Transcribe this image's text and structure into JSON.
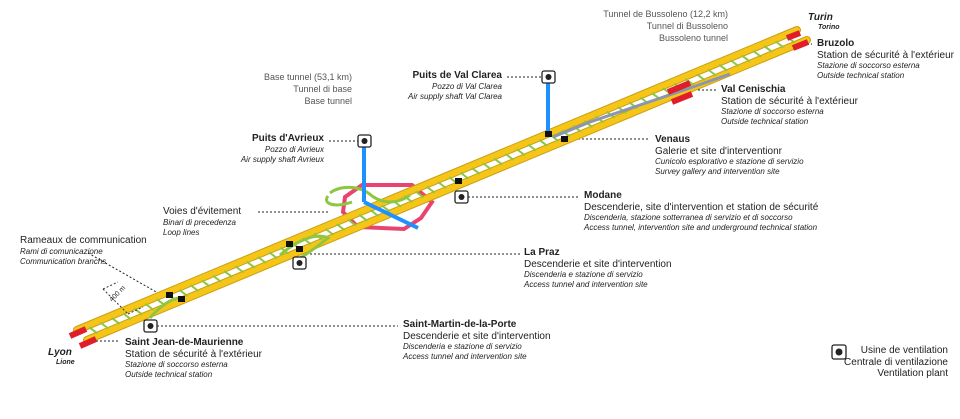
{
  "colors": {
    "tube": "#f5c518",
    "tube_edge": "#caa012",
    "cross": "#8ec63f",
    "security_station": "#e01e2a",
    "shaft": "#1e90ff",
    "cavern": "#e8446e",
    "survey": "#8a96b0"
  },
  "endpoints": {
    "lyon": {
      "name": "Lyon",
      "alt": "Lione"
    },
    "turin": {
      "name": "Turin",
      "alt": "Torino"
    }
  },
  "bussoleno": {
    "fr": "Tunnel de Bussoleno (12,2 km)",
    "it": "Tunnel di Bussoleno",
    "en": "Bussoleno tunnel"
  },
  "base_tunnel": {
    "fr": "Base tunnel (53,1 km)",
    "it": "Tunnel di base",
    "en": "Base tunnel"
  },
  "rameaux": {
    "fr": "Rameaux de communication",
    "it": "Rami di comunicazione",
    "en": "Communication branchs"
  },
  "voies": {
    "fr": "Voies d'évitement",
    "it": "Binari di precedenza",
    "en": "Loop lines"
  },
  "spacing_label": "400 m",
  "sites": {
    "avrieux": {
      "title": "Puits d'Avrieux",
      "it": "Pozzo di Avrieux",
      "en": "Air supply shaft Avrieux"
    },
    "clarea": {
      "title": "Puits de Val Clarea",
      "it": "Pozzo di Val Clarea",
      "en": "Air supply shaft Val Clarea"
    },
    "bruzolo": {
      "title": "Bruzolo",
      "fr": "Station de sécurité à l'extérieur",
      "it": "Stazione di soccorso esterna",
      "en": "Outside technical station"
    },
    "cenischia": {
      "title": "Val Cenischia",
      "fr": "Station de sécurité à l'extérieur",
      "it": "Stazione di soccorso esterna",
      "en": "Outside technical station"
    },
    "venaus": {
      "title": "Venaus",
      "fr": "Galerie et site d'interventionr",
      "it": "Cunicolo esplorativo e stazione di servizio",
      "en": "Survey gallery and intervention site"
    },
    "modane": {
      "title": "Modane",
      "fr": "Descenderie, site d'intervention et station de sécurité",
      "it": "Discenderia, stazione sotterranea di servizio et di soccorso",
      "en": "Access tunnel, intervention site and underground technical station"
    },
    "praz": {
      "title": "La Praz",
      "fr": "Descenderie et site d'intervention",
      "it": "Discenderia e stazione di servizio",
      "en": "Access tunnel and intervention site"
    },
    "stmartin": {
      "title": "Saint-Martin-de-la-Porte",
      "fr": "Descenderie et site d'intervention",
      "it": "Discenderia e stazione di servizio",
      "en": "Access tunnel and intervention site"
    },
    "stjean": {
      "title": "Saint Jean-de-Maurienne",
      "fr": "Station de sécurité à l'extérieur",
      "it": "Stazione di soccorso esterna",
      "en": "Outside technical station"
    }
  },
  "legend": {
    "icon": "ventilation-plant-icon",
    "fr": "Usine de ventilation",
    "it": "Centrale di ventilazione",
    "en": "Ventilation plant"
  }
}
